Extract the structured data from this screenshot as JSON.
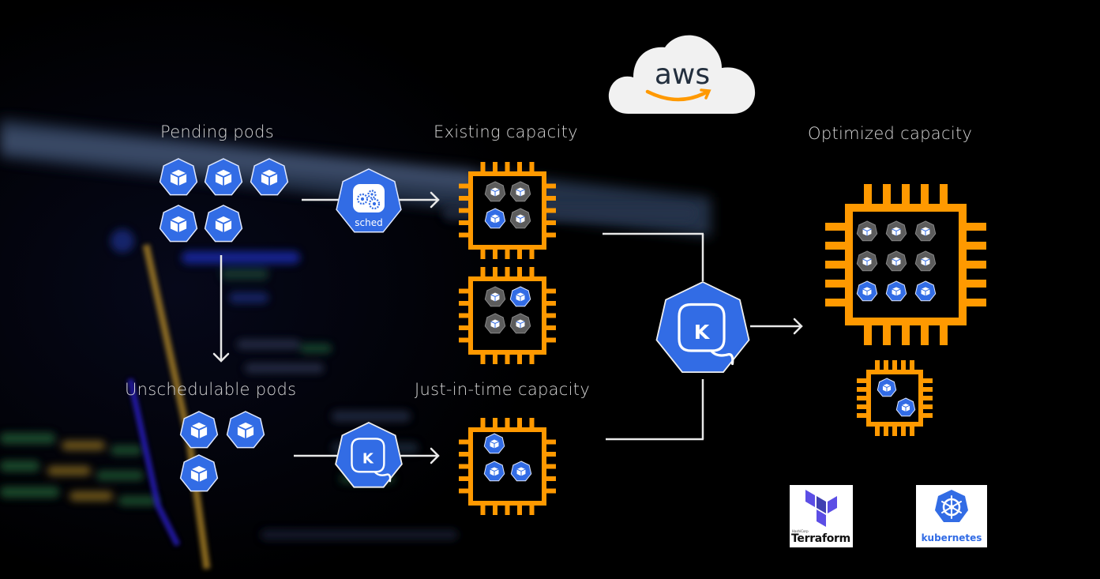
{
  "colors": {
    "background": "#000000",
    "k8s_blue": "#326CE5",
    "pod_gray": "#5c5c5c",
    "chip_orange": "#FF9900",
    "connector": "#e8e8e8",
    "label": "#d6d6d6",
    "aws_text": "#232F3E",
    "aws_smile": "#FF9900",
    "terraform_purple": "#5C4EE5"
  },
  "aws_logo": {
    "text": "aws",
    "icon": "aws-cloud-icon"
  },
  "sections": {
    "pending": {
      "label": "Pending pods",
      "pod_count": 5
    },
    "unschedulable": {
      "label": "Unschedulable pods",
      "pod_count": 3
    },
    "existing": {
      "label": "Existing capacity",
      "nodes": [
        {
          "pods": [
            "gray",
            "gray",
            "blue",
            "gray"
          ]
        },
        {
          "pods": [
            "gray",
            "blue",
            "gray",
            "gray"
          ]
        }
      ]
    },
    "just_in_time": {
      "label": "Just-in-time capacity",
      "nodes": [
        {
          "pods": [
            "blue",
            "blue",
            "blue"
          ]
        }
      ]
    },
    "optimized": {
      "label": "Optimized capacity",
      "nodes": [
        {
          "size": "large",
          "pods": [
            "gray",
            "gray",
            "gray",
            "gray",
            "gray",
            "gray",
            "blue",
            "blue",
            "blue"
          ]
        },
        {
          "size": "small",
          "pods": [
            "blue",
            "blue"
          ]
        }
      ]
    }
  },
  "components": {
    "scheduler": {
      "label": "sched",
      "icon": "kube-scheduler-icon"
    },
    "karpenter": {
      "letter": "K",
      "icon": "karpenter-icon"
    }
  },
  "logos": {
    "terraform": {
      "vendor": "HashiCorp",
      "name": "Terraform"
    },
    "kubernetes": {
      "name": "kubernetes"
    }
  }
}
